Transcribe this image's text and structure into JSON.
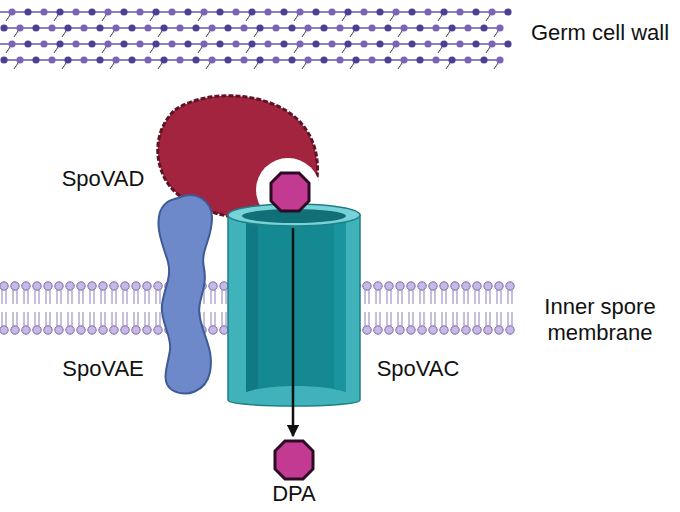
{
  "diagram": {
    "labels": [
      "Germ cell wall",
      "SpoVAD",
      "SpoVAE",
      "SpoVAC",
      "Inner spore membrane",
      "DPA"
    ]
  }
}
